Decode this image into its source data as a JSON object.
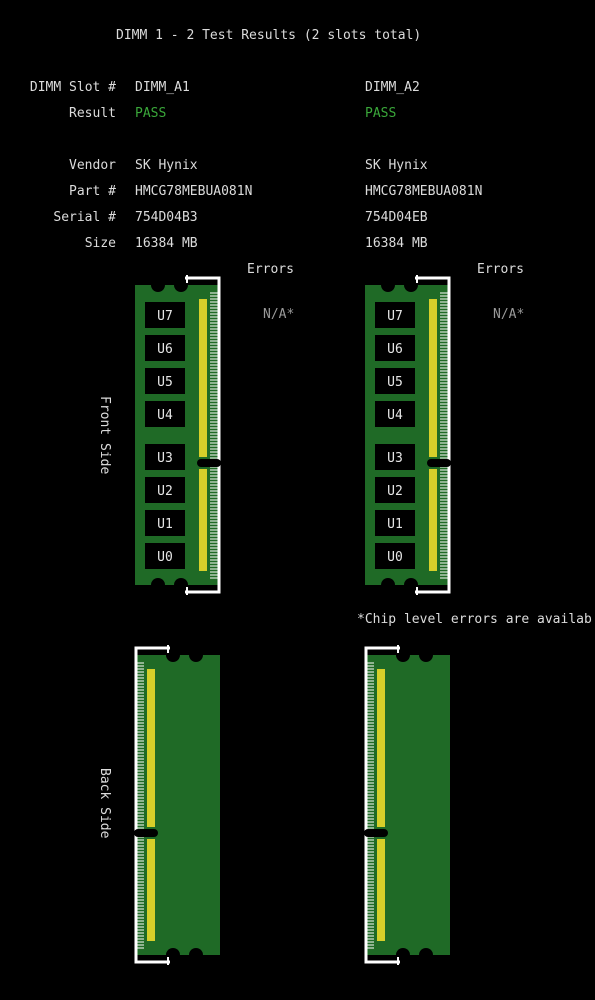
{
  "title": "DIMM 1 - 2 Test Results (2 slots total)",
  "labels": {
    "slot": "DIMM Slot #",
    "result": "Result",
    "vendor": "Vendor",
    "part": "Part #",
    "serial": "Serial #",
    "size": "Size",
    "errors": "Errors",
    "front_side": "Front Side",
    "back_side": "Back Side"
  },
  "dimms": [
    {
      "slot": "DIMM_A1",
      "result": "PASS",
      "vendor": "SK Hynix",
      "part": "HMCG78MEBUA081N",
      "serial": "754D04B3",
      "size": "16384 MB",
      "errors": "N/A*"
    },
    {
      "slot": "DIMM_A2",
      "result": "PASS",
      "vendor": "SK Hynix",
      "part": "HMCG78MEBUA081N",
      "serial": "754D04EB",
      "size": "16384 MB",
      "errors": "N/A*"
    }
  ],
  "chips": [
    "U7",
    "U6",
    "U5",
    "U4",
    "U3",
    "U2",
    "U1",
    "U0"
  ],
  "footnote": "*Chip level errors are availab",
  "colors": {
    "pcb": "#1f6a26",
    "contacts": "#d6cf2a",
    "pass": "#3aa83a",
    "bracket": "#ffffff"
  }
}
